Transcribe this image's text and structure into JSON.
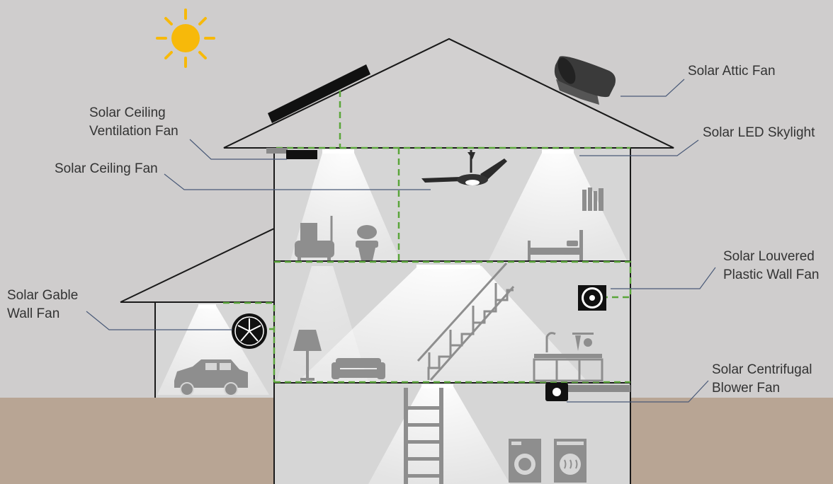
{
  "labels": {
    "solar_ceiling_ventilation_fan": [
      "Solar Ceiling",
      "Ventilation Fan"
    ],
    "solar_ceiling_fan": [
      "Solar Ceiling Fan"
    ],
    "solar_gable_wall_fan": [
      "Solar Gable",
      "Wall Fan"
    ],
    "solar_attic_fan": [
      "Solar Attic Fan"
    ],
    "solar_led_skylight": [
      "Solar LED Skylight"
    ],
    "solar_louvered_plastic_wall_fan": [
      "Solar Louvered",
      "Plastic Wall Fan"
    ],
    "solar_centrifugal_blower_fan": [
      "Solar Centrifugal",
      "Blower Fan"
    ]
  },
  "colors": {
    "sky": "#cfcdcd",
    "ground": "#b8a594",
    "interior": "#d8d8d8",
    "light_beam": "#f4f4f4",
    "outline": "#1a1a1a",
    "green_dashed": "#5aa53a",
    "sun": "#f7b90a",
    "furniture": "#8e8e8e",
    "leader_line": "#4a5a78"
  },
  "icons": [
    "sun-icon",
    "solar-panel-icon",
    "attic-fan-icon",
    "ceiling-fan-icon",
    "bathtub-icon",
    "toilet-icon",
    "books-icon",
    "bed-icon",
    "lamp-icon",
    "sofa-icon",
    "staircase-icon",
    "sink-icon",
    "car-icon",
    "gable-fan-icon",
    "louvered-fan-icon",
    "blower-fan-icon",
    "ladder-icon",
    "washing-machine-icon",
    "dryer-icon"
  ]
}
